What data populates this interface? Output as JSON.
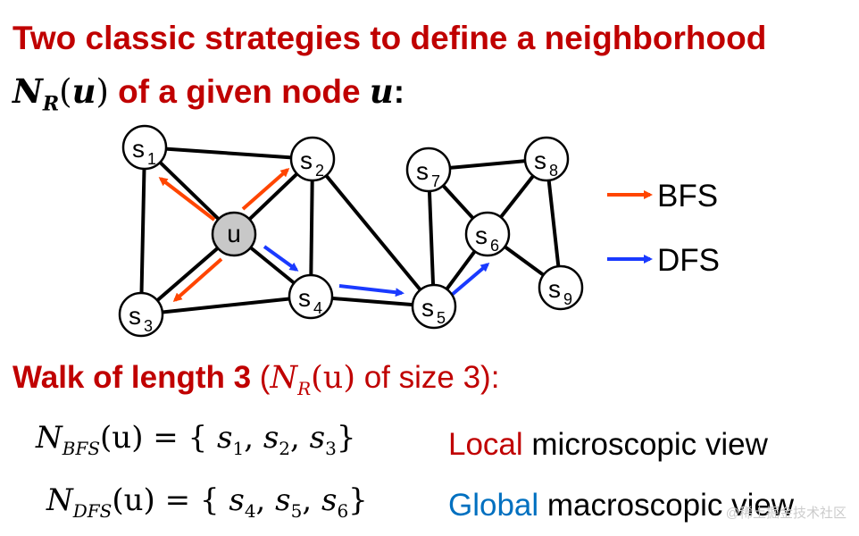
{
  "title": {
    "line1": "Two classic strategies to define a neighborhood",
    "symbol": "N",
    "symbol_sub": "R",
    "open_paren": "(",
    "arg": "u",
    "close_paren": ")",
    "line2_mid": " of a given node ",
    "node": "u",
    "colon": ":"
  },
  "graph": {
    "nodes": {
      "u": "u",
      "s1": "s",
      "s1_sub": "1",
      "s2": "s",
      "s2_sub": "2",
      "s3": "s",
      "s3_sub": "3",
      "s4": "s",
      "s4_sub": "4",
      "s5": "s",
      "s5_sub": "5",
      "s6": "s",
      "s6_sub": "6",
      "s7": "s",
      "s7_sub": "7",
      "s8": "s",
      "s8_sub": "8",
      "s9": "s",
      "s9_sub": "9"
    },
    "colors": {
      "bfs": "#ff4500",
      "dfs": "#1a3aff",
      "u_fill": "#c8c8c8"
    }
  },
  "legend": {
    "bfs": "BFS",
    "dfs": "DFS"
  },
  "walk": {
    "bold": "Walk of length 3",
    "open": " (",
    "symbol": "N",
    "symbol_sub": "R",
    "arg": "(u)",
    "rest": " of size 3):"
  },
  "bfs_set": {
    "symbol": "N",
    "sub": "BFS",
    "lhs": "(u) = { ",
    "e1": "s",
    "e1_sub": "1",
    "sep1": ", ",
    "e2": "s",
    "e2_sub": "2",
    "sep2": ", ",
    "e3": "s",
    "e3_sub": "3",
    "close": "}"
  },
  "dfs_set": {
    "symbol": "N",
    "sub": "DFS",
    "lhs": "(u) = { ",
    "e1": "s",
    "e1_sub": "4",
    "sep1": ", ",
    "e2": "s",
    "e2_sub": "5",
    "sep2": ", ",
    "e3": "s",
    "e3_sub": "6",
    "close": "}"
  },
  "views": {
    "local_word": "Local",
    "local_rest": " microscopic view",
    "global_word": "Global",
    "global_rest": " macroscopic view"
  },
  "watermark": "@稀土掘金技术社区"
}
